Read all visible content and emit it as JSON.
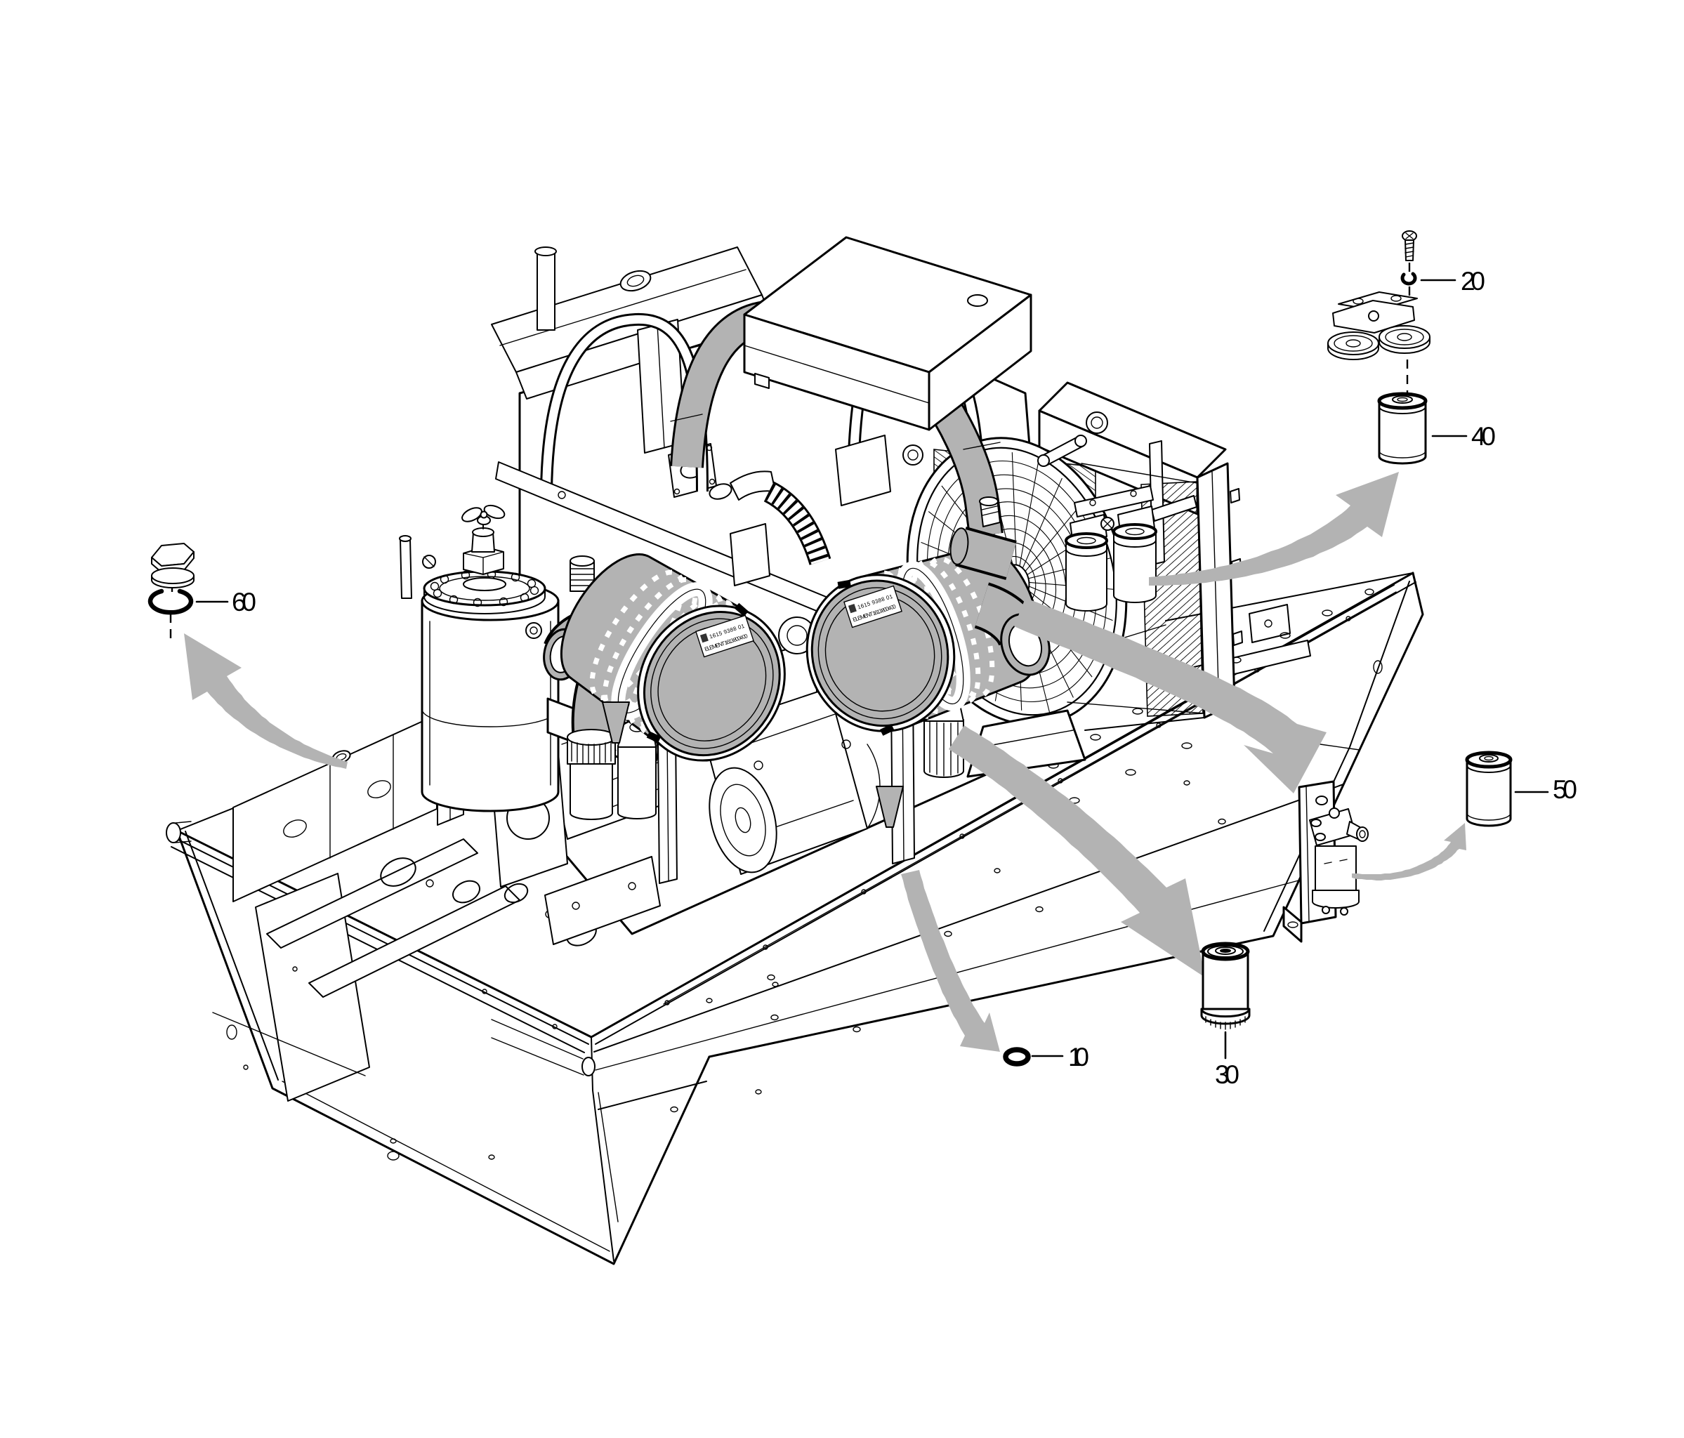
{
  "figure": {
    "kind": "exploded-parts-diagram",
    "background": "#ffffff",
    "line_color": "#000000",
    "shade_color": "#b3b3b3"
  },
  "callouts": [
    {
      "label": "10"
    },
    {
      "label": "20"
    },
    {
      "label": "30"
    },
    {
      "label": "40"
    },
    {
      "label": "50"
    },
    {
      "label": "60"
    }
  ],
  "machine": {
    "air_filter_sticker_line1": "1615 9388 01",
    "air_filter_sticker_line2": "ELEMENT 1613 8004 00"
  }
}
